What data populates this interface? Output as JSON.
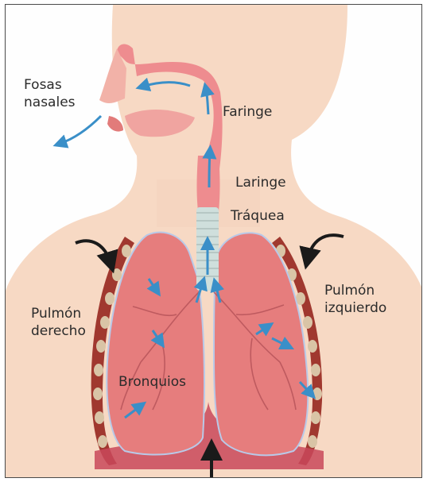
{
  "labels": {
    "fosas_nasales": "Fosas\nnasales",
    "faringe": "Faringe",
    "laringe": "Laringe",
    "traquea": "Tráquea",
    "pulmon_derecho": "Pulmón\nderecho",
    "pulmon_izquierdo": "Pulmón\nizquierdo",
    "bronquios": "Bronquios"
  },
  "colors": {
    "skin": "#f7d9c4",
    "lung": "#e67d7d",
    "airway": "#ee8c8f",
    "trachea": "#cfdfdc",
    "ribs": "#a0382f",
    "rib_bead": "#d9c4a6",
    "air_arrow": "#3a8fc8",
    "force_arrow": "#1a1a1a"
  }
}
